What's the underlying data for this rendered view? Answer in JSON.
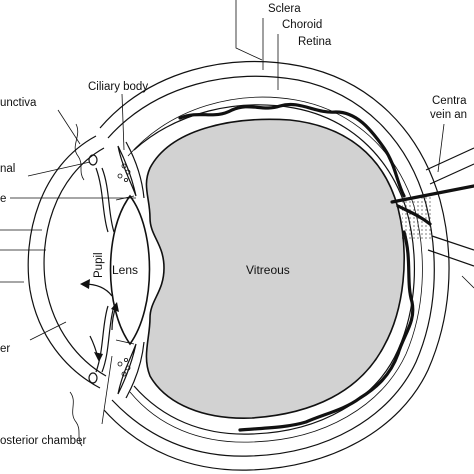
{
  "labels": {
    "sclera": "Sclera",
    "choroid": "Choroid",
    "retina": "Retina",
    "ciliary_body": "Ciliary body",
    "conjunctiva": "unctiva",
    "canal": "nal",
    "lens_partial": "e",
    "central_vessels": [
      "Centra",
      "vein an"
    ],
    "lens": "Lens",
    "vitreous": "Vitreous",
    "pupil": "Pupil",
    "chamber_left": "er",
    "posterior_chamber": "osterior chamber"
  }
}
